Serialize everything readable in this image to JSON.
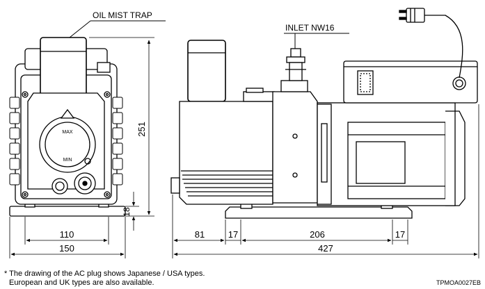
{
  "callouts": {
    "oil_mist_trap": "OIL MIST TRAP",
    "inlet": "INLET NW16",
    "gauge_max": "MAX",
    "gauge_min": "MIN"
  },
  "dimensions": {
    "height_total": "251",
    "base_height": "18",
    "front_base_width": "110",
    "front_total_width": "150",
    "side_left_offset": "81",
    "side_foot_left": "17",
    "side_foot_span": "206",
    "side_foot_right": "17",
    "side_total_length": "427"
  },
  "notes": {
    "line1": "* The drawing of the AC plug shows Japanese / USA types.",
    "line2": "European and UK types are also available."
  },
  "drawing_code": "TPMOA0027EB"
}
